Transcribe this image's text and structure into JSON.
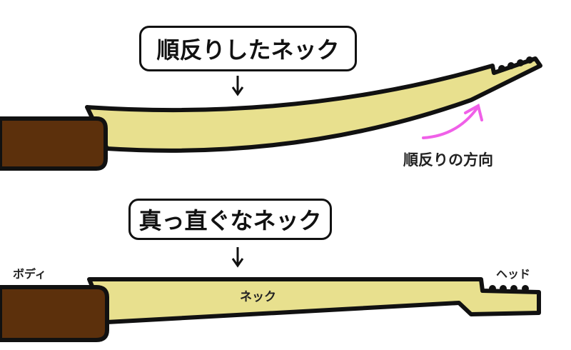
{
  "top": {
    "title": "順反りしたネック",
    "direction_label": "順反りの方向"
  },
  "bottom": {
    "title": "真っ直ぐなネック",
    "body_label": "ボディ",
    "neck_label": "ネック",
    "head_label": "ヘッド"
  },
  "colors": {
    "neck": "#E8E08E",
    "body": "#5C300C",
    "arrow": "#F060E8",
    "outline": "#111111"
  }
}
